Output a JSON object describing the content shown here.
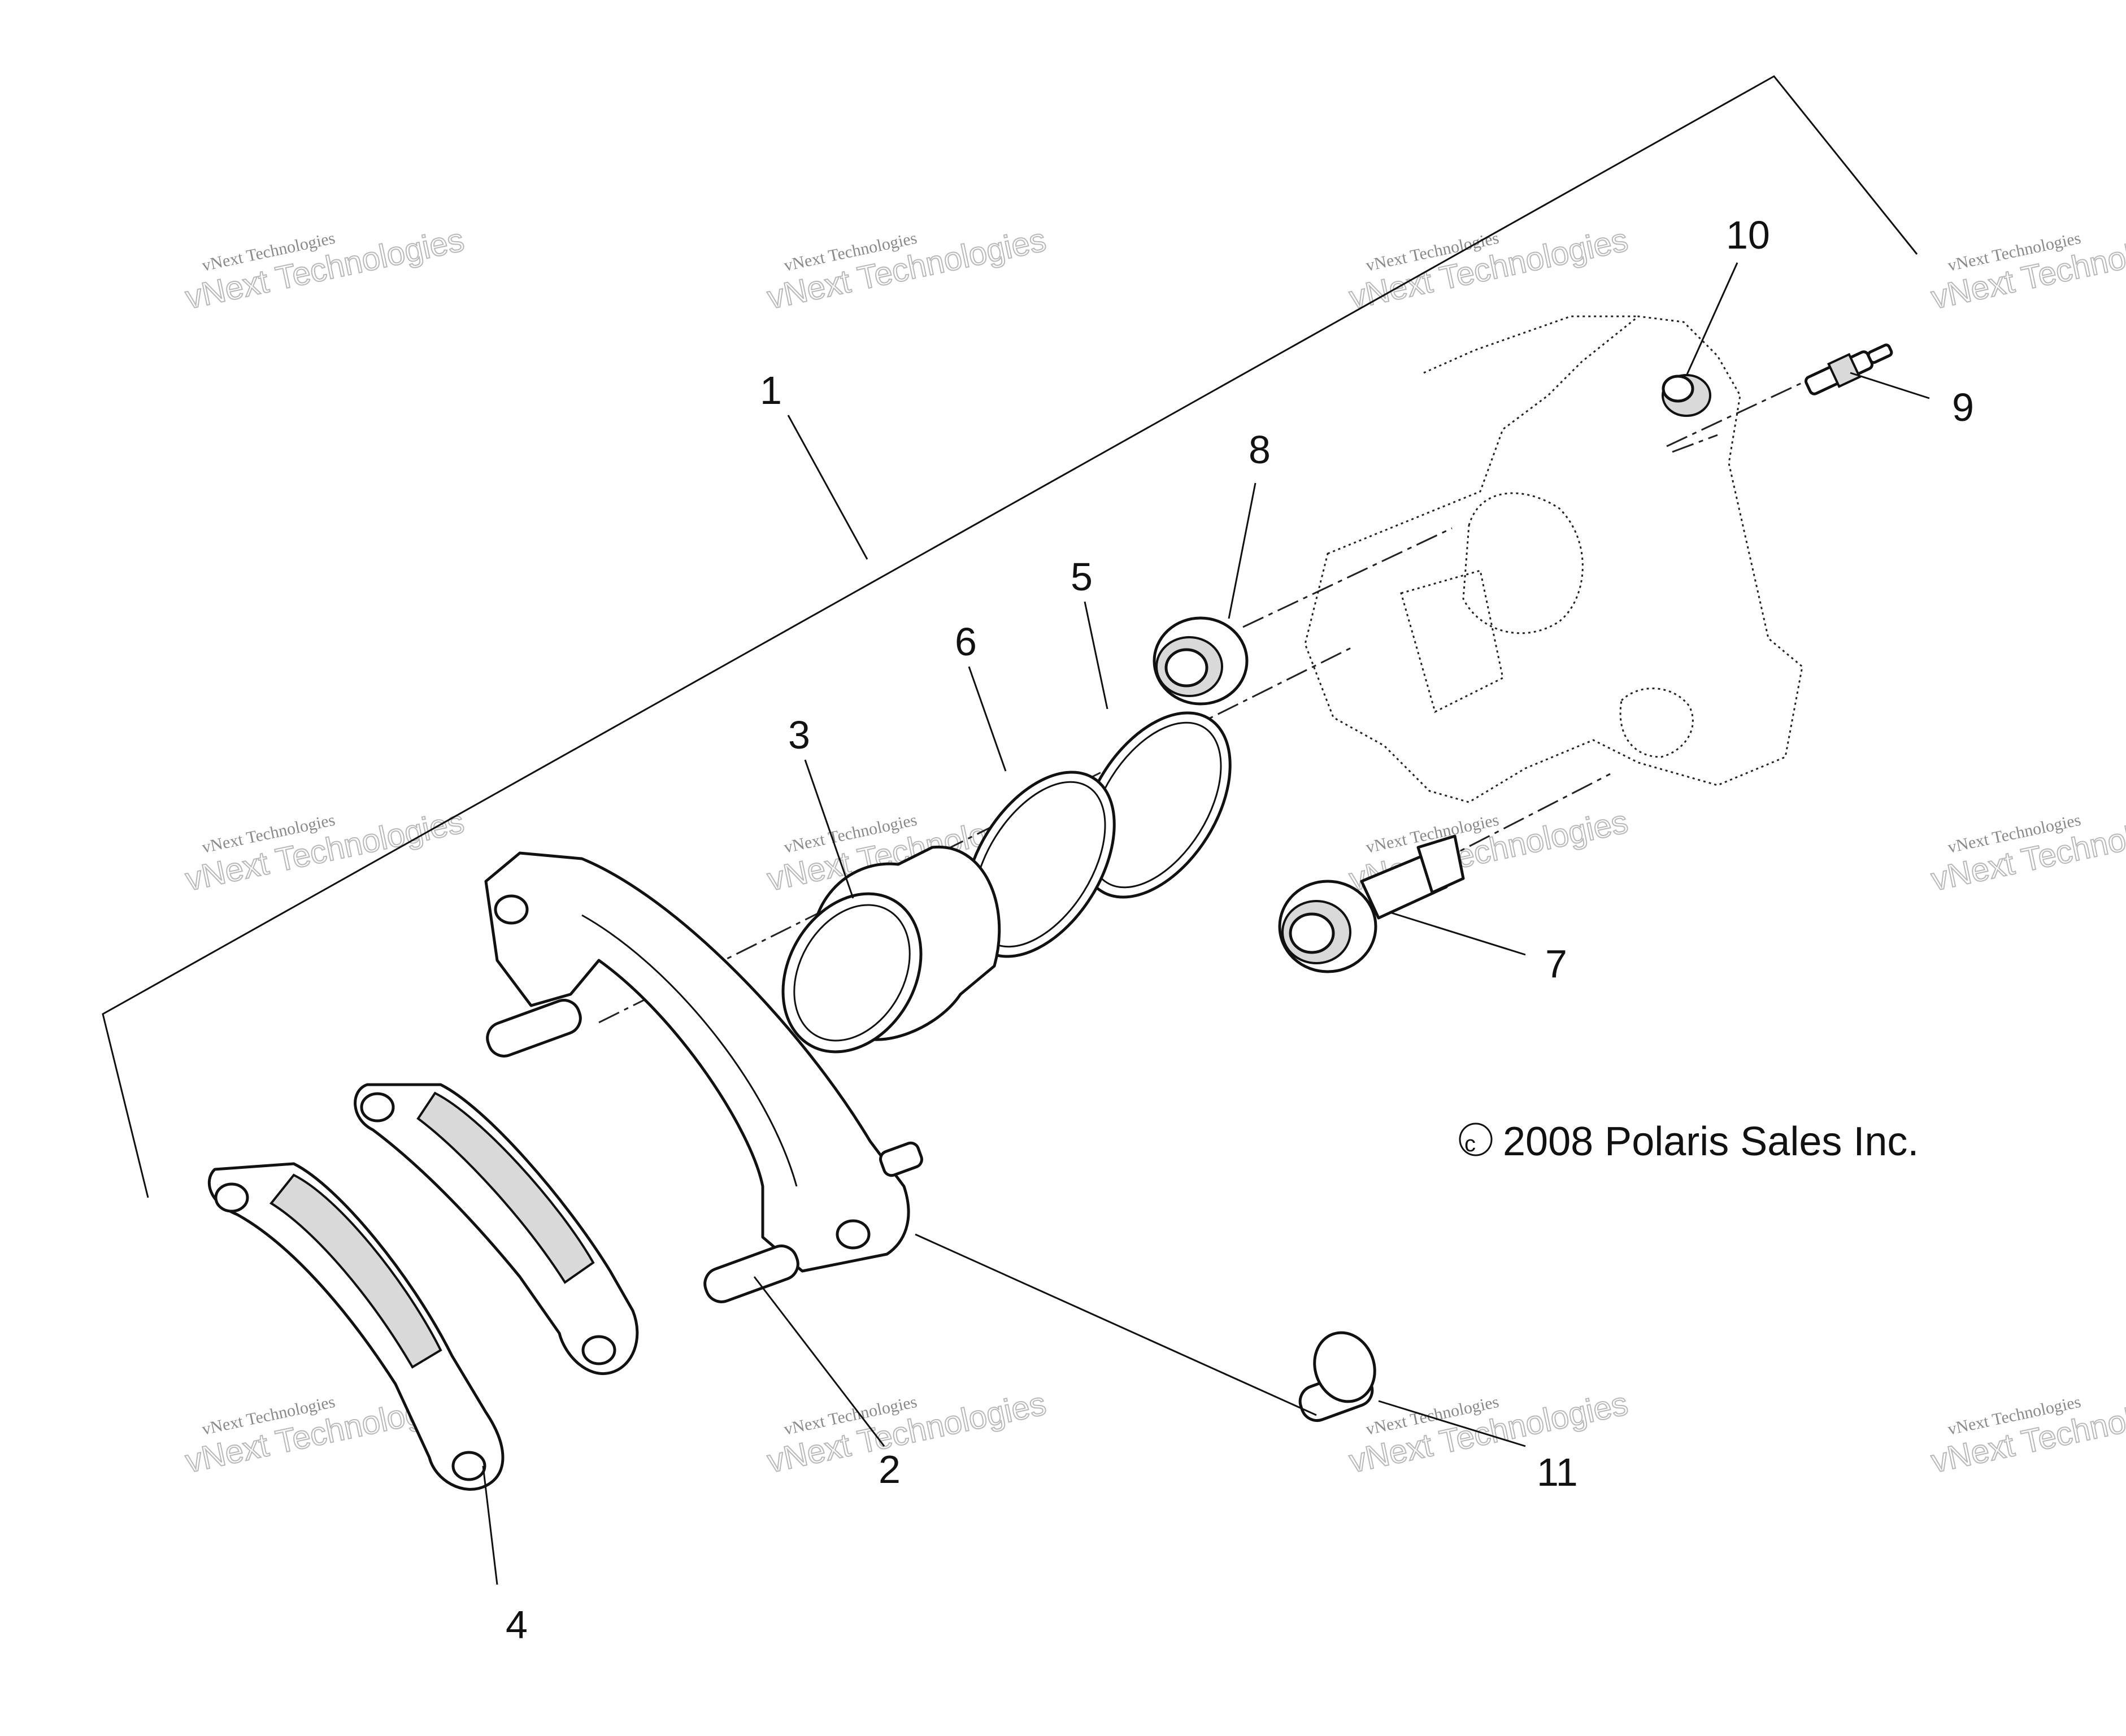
{
  "callouts": [
    {
      "id": "1",
      "label": "1"
    },
    {
      "id": "2",
      "label": "2"
    },
    {
      "id": "3",
      "label": "3"
    },
    {
      "id": "4",
      "label": "4"
    },
    {
      "id": "5",
      "label": "5"
    },
    {
      "id": "6",
      "label": "6"
    },
    {
      "id": "7",
      "label": "7"
    },
    {
      "id": "8",
      "label": "8"
    },
    {
      "id": "9",
      "label": "9"
    },
    {
      "id": "10",
      "label": "10"
    },
    {
      "id": "11",
      "label": "11"
    }
  ],
  "copyright": "2008 Polaris Sales Inc.",
  "copyright_symbol": "©",
  "watermark": {
    "line1": "vNext Technologies",
    "line2": "vNext Technologies"
  }
}
